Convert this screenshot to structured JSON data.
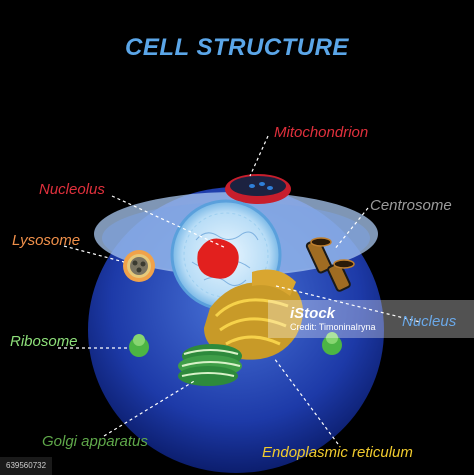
{
  "title": "CELL STRUCTURE",
  "labels": {
    "mitochondrion": "Mitochondrion",
    "nucleolus": "Nucleolus",
    "centrosome": "Centrosome",
    "lysosome": "Lysosome",
    "nucleus": "Nucleus",
    "ribosome": "Ribosome",
    "golgi": "Golgi apparatus",
    "er": "Endoplasmic reticulum"
  },
  "colors": {
    "title": "#5ba6e8",
    "mitochondrion": "#e0303c",
    "nucleolus": "#e0303c",
    "centrosome": "#9c9c9c",
    "lysosome": "#f0904a",
    "nucleus": "#6aa8e8",
    "ribosome": "#8ee07a",
    "golgi": "#5fa84a",
    "er": "#f2cc2e"
  },
  "watermark": {
    "logo": "iStock",
    "credit": "Credit: TimoninaIryna"
  },
  "stock_id": "639560732"
}
